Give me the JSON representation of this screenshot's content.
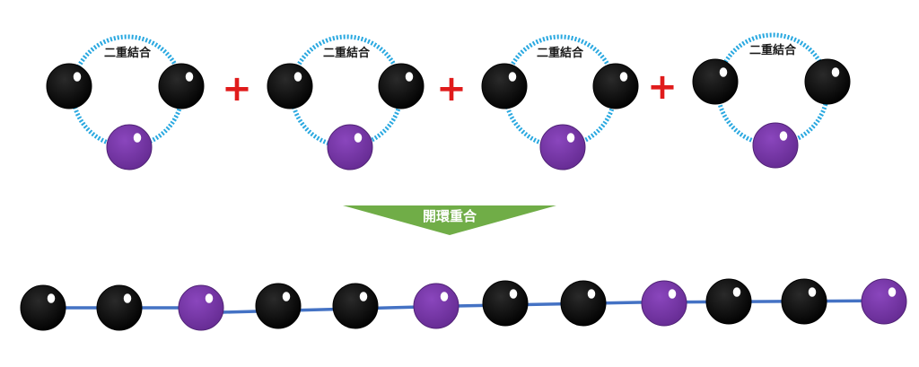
{
  "monomers": [
    {
      "bond_label": "二重結合",
      "atoms": [
        "black",
        "black",
        "purple"
      ]
    },
    {
      "bond_label": "二重結合",
      "atoms": [
        "black",
        "black",
        "purple"
      ]
    },
    {
      "bond_label": "二重結合",
      "atoms": [
        "black",
        "black",
        "purple"
      ]
    },
    {
      "bond_label": "二重結合",
      "atoms": [
        "black",
        "black",
        "purple"
      ]
    }
  ],
  "plus_signs": [
    "+",
    "+",
    "+"
  ],
  "reaction_arrow": {
    "label": "開環重合"
  },
  "polymer_chain": {
    "atoms": [
      "black",
      "black",
      "purple",
      "black",
      "black",
      "purple",
      "black",
      "black",
      "purple",
      "black",
      "black",
      "purple"
    ]
  },
  "colors": {
    "black_atom": "#050505",
    "purple_atom": "#7031a0",
    "ring_dash": "#29a8e0",
    "chain_bond": "#4472c4",
    "arrow": "#70ad47",
    "plus": "#e01b1b"
  }
}
